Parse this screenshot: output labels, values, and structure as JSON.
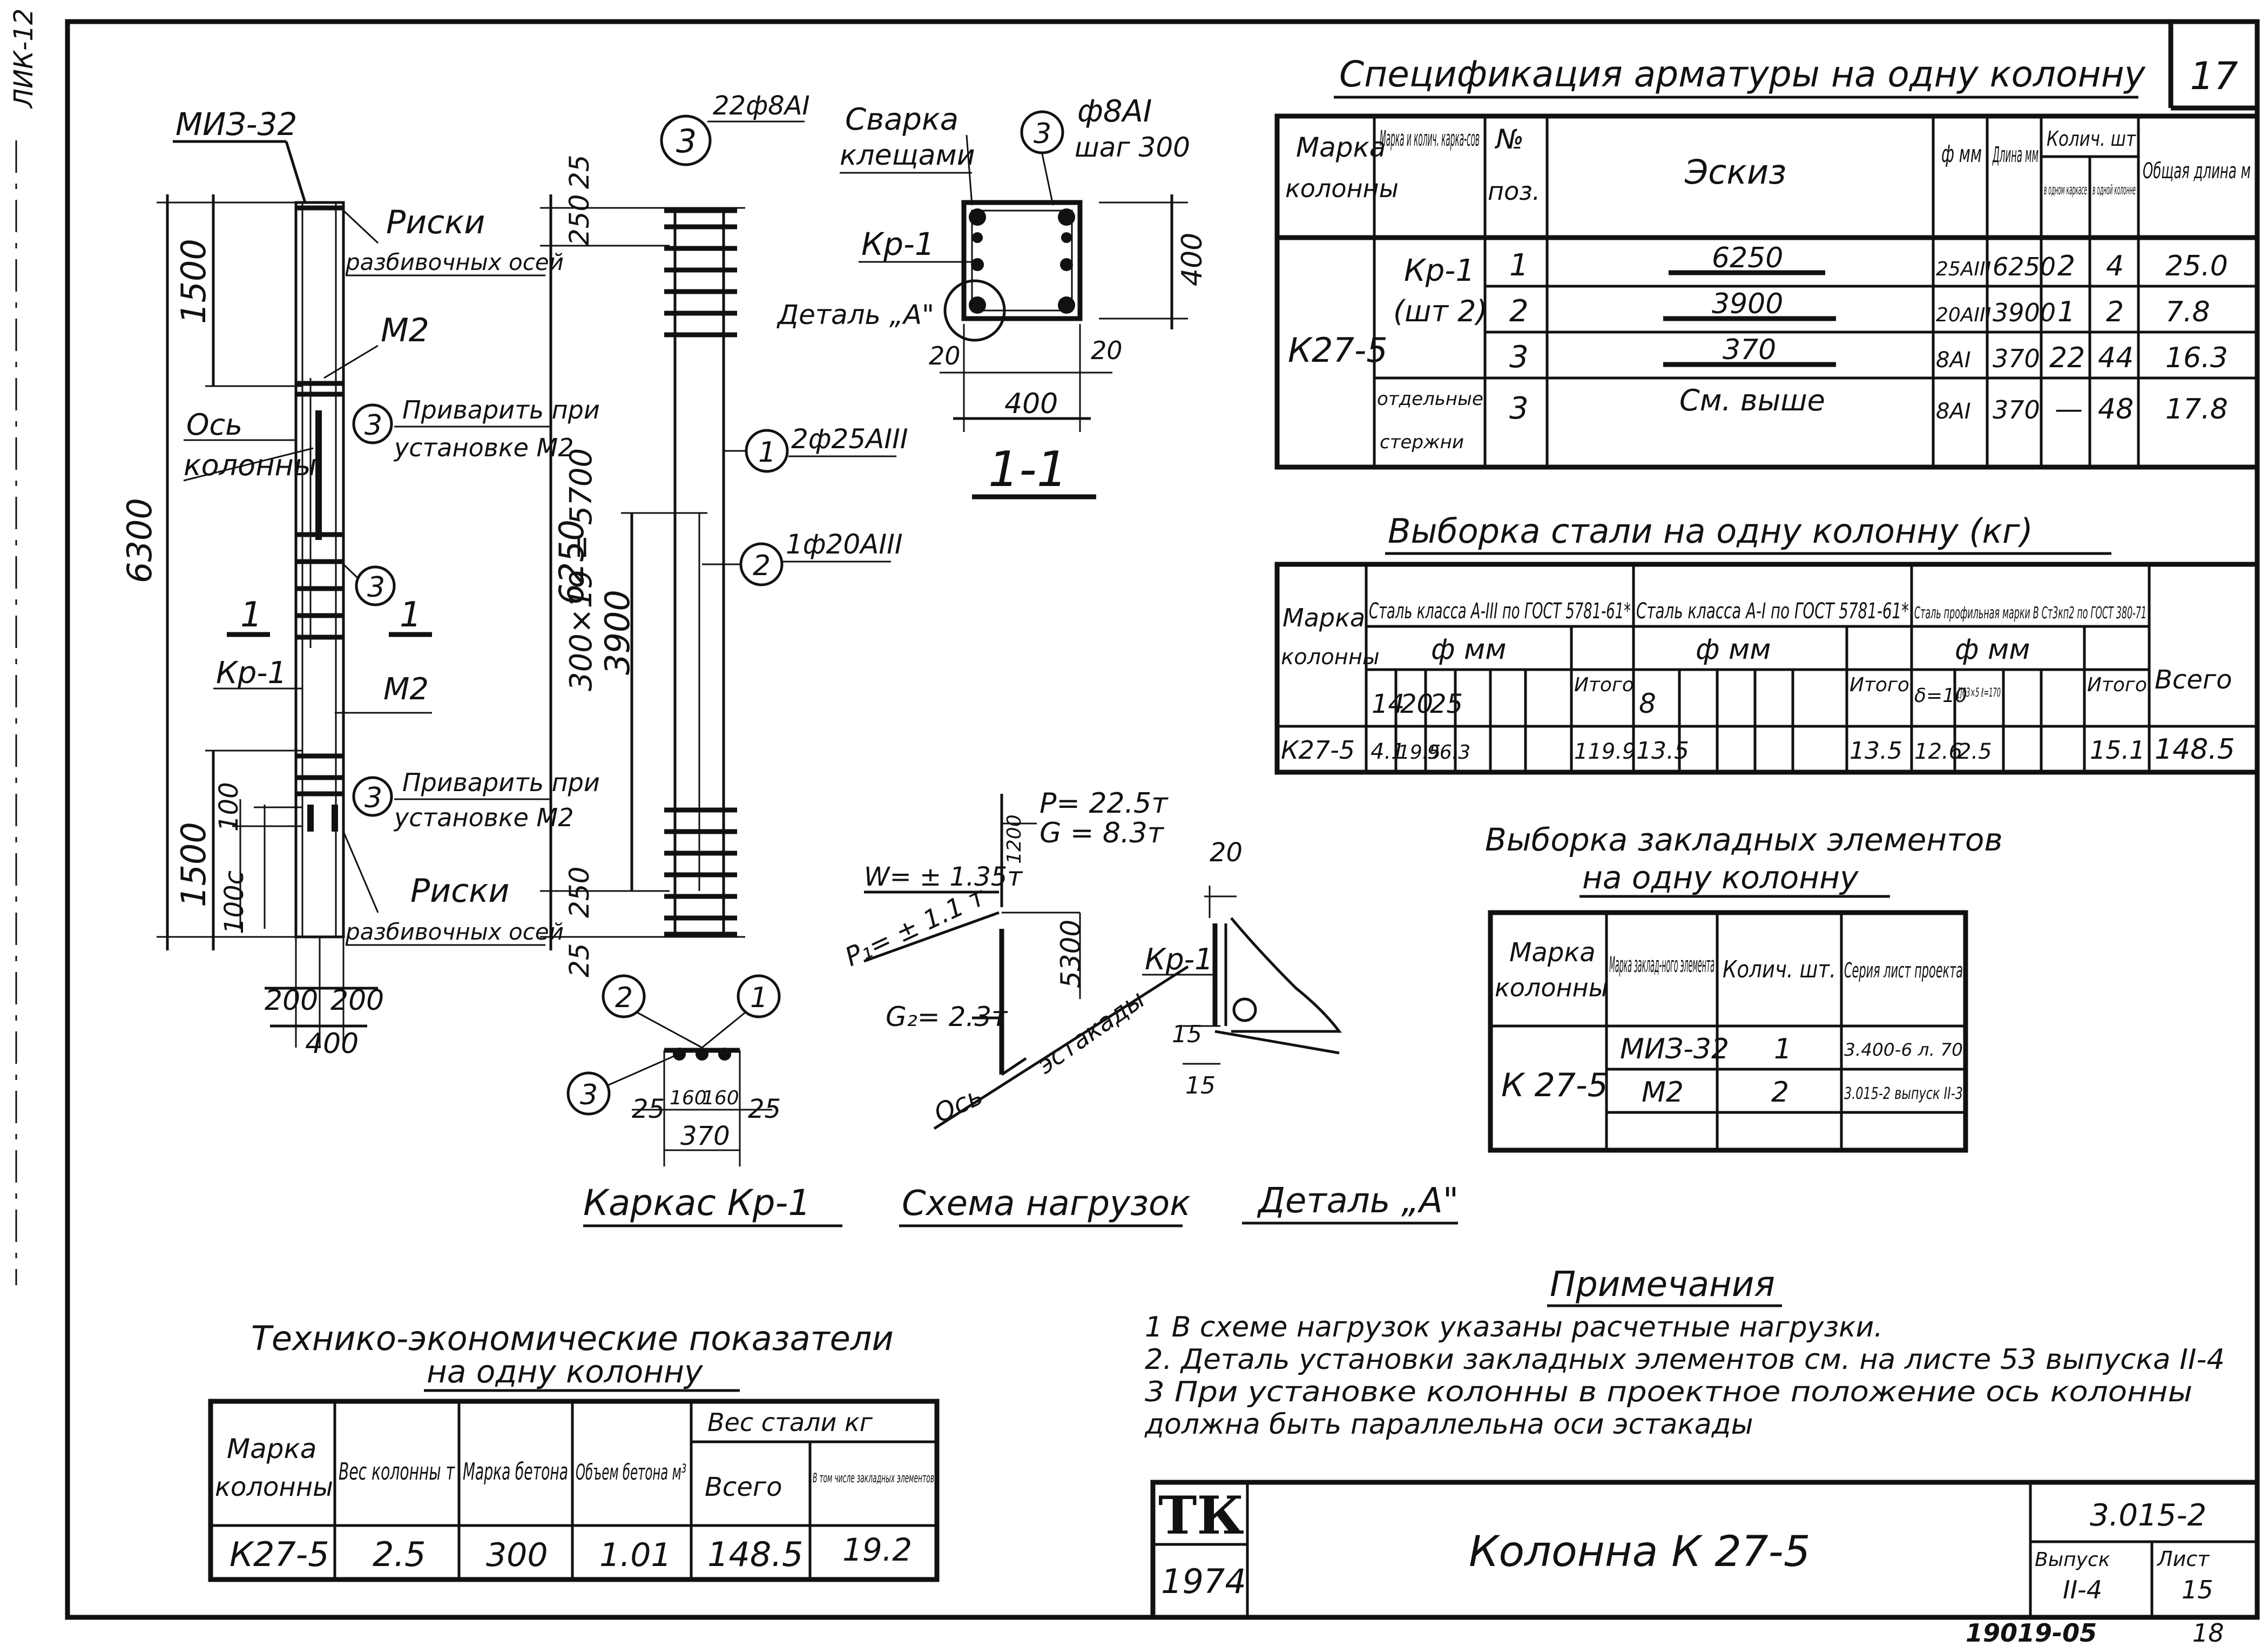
{
  "side_stamp": {
    "code": "ЛИК-12"
  },
  "sheet_no": "17",
  "frame": {
    "title": "Колонна К 27-5",
    "logo": "ТК",
    "year": "1974",
    "series": "3.015-2",
    "vypusk_label": "Выпуск",
    "vypusk": "II-4",
    "list_label": "Лист",
    "list": "15",
    "inv": "19019-05",
    "page": "18"
  },
  "left_view": {
    "miz": "МИЗ-32",
    "riski": "Риски",
    "riski_sub": "разбивочных осей",
    "m2": "М2",
    "os": "Ось",
    "kolonny": "колонны",
    "privarit": "Приварить при",
    "ustanovke": "установке М2",
    "sec": "1",
    "kp1": "Кр-1",
    "d6300": "6300",
    "d1500": "1500",
    "d100": "100",
    "d100c": "100с",
    "d200a": "200",
    "d200b": "200",
    "d400": "400",
    "pos3": "3"
  },
  "karkas": {
    "title": "Каркас Кр-1",
    "bar3": "22ф8АI",
    "bar1": "2ф25АIII",
    "bar2": "1ф20АIII",
    "d25": "25",
    "d250": "250",
    "d6250": "6250",
    "d300": "300×19 = 5700",
    "d3900": "3900",
    "d160": "160",
    "d370": "370",
    "p1": "1",
    "p2": "2",
    "p3": "3"
  },
  "section": {
    "title": "1-1",
    "svarka": "Сварка",
    "kleschami": "клещами",
    "bar": "ф8АI",
    "shag": "шаг 300",
    "kp1": "Кр-1",
    "detal": "Деталь „А\"",
    "d400": "400",
    "d400b": "400",
    "d20": "20",
    "d20b": "20",
    "p3": "3"
  },
  "loads": {
    "title": "Схема нагрузок",
    "P": "P= 22.5т",
    "G": "G = 8.3т",
    "W": "W= ± 1.35т",
    "P1": "P₁= ± 1.1 т",
    "G2": "G₂= 2.3т",
    "estakada": "эстакады",
    "os": "Ось",
    "d1200": "1200",
    "d5300": "5300"
  },
  "detail": {
    "title": "Деталь „А\"",
    "kp1": "Кр-1",
    "d20": "20",
    "d15": "15",
    "d15b": "15"
  },
  "spec": {
    "title": "Спецификация арматуры на одну колонну",
    "headers": {
      "marka": "Марка колонны",
      "marka_karkas": "Марка и колич. карка-сов",
      "pos": "№ поз.",
      "eskiz": "Эскиз",
      "phi": "ф мм",
      "dlina": "Длина мм",
      "kol": "Колич. шт",
      "v_karkase": "в одном каркасе",
      "v_kolonne": "в одной колонне",
      "obsh": "Общая длина м"
    },
    "col": "К27-5",
    "karkas": "Кр-1",
    "karkas_n": "(шт 2)",
    "otd": "отдельные",
    "otd2": "стержни",
    "rows": [
      {
        "pos": "1",
        "eskiz": "6250",
        "phi": "25АIII",
        "len": "6250",
        "k1": "2",
        "k2": "4",
        "tot": "25.0"
      },
      {
        "pos": "2",
        "eskiz": "3900",
        "phi": "20АIII",
        "len": "3900",
        "k1": "1",
        "k2": "2",
        "tot": "7.8"
      },
      {
        "pos": "3",
        "eskiz": "370",
        "phi": "8АI",
        "len": "370",
        "k1": "22",
        "k2": "44",
        "tot": "16.3"
      },
      {
        "pos": "3",
        "eskiz": "См. выше",
        "phi": "8АI",
        "len": "370",
        "k1": "—",
        "k2": "48",
        "tot": "17.8"
      }
    ]
  },
  "steel": {
    "title": "Выборка стали на одну колонну (кг)",
    "marka": "Марка колонны",
    "g1": "Сталь класса А-III по ГОСТ 5781-61*",
    "g2": "Сталь класса А-I по ГОСТ 5781-61*",
    "g3": "Сталь профильная марки В Ст3кп2 по ГОСТ 380-71",
    "phi": "ф мм",
    "itogo": "Итого",
    "vsego": "Всего",
    "d1": [
      "14",
      "20",
      "25"
    ],
    "d2": [
      "8"
    ],
    "d3": [
      "δ=10",
      "[]63×5 ℓ=170"
    ],
    "row": {
      "marka": "К27-5",
      "v14": "4.1",
      "v20": "19.5",
      "v25": "96.3",
      "it1": "119.9",
      "v8": "13.5",
      "it2": "13.5",
      "v10": "12.6",
      "vug": "2.5",
      "it3": "15.1",
      "total": "148.5"
    }
  },
  "embedded": {
    "title": "Выборка закладных элементов",
    "title2": "на одну колонну",
    "h_marka": "Марка колонны",
    "h_el": "Марка заклад-ного элемента",
    "h_kol": "Колич. шт.",
    "h_ser": "Серия лист проекта",
    "col": "К 27-5",
    "rows": [
      {
        "el": "МИЗ-32",
        "n": "1",
        "ser": "3.400-6 л. 70"
      },
      {
        "el": "М2",
        "n": "2",
        "ser": "3.015-2 выпуск II-3"
      }
    ]
  },
  "notes": {
    "title": "Примечания",
    "items": [
      "1  В схеме нагрузок указаны расчетные нагрузки.",
      "2. Деталь установки закладных элементов см. на листе 53 выпуска II-4",
      "3  При установке колонны в проектное положение ось колонны",
      "    должна быть параллельна оси эстакады"
    ]
  },
  "tep": {
    "title": "Технико-экономические показатели",
    "title2": "на одну колонну",
    "h_marka": "Марка колонны",
    "h_ves": "Вес колонны т",
    "h_beton": "Марка бетона",
    "h_obem": "Объем бетона м³",
    "h_stal": "Вес стали кг",
    "h_vsego": "Всего",
    "h_zakl": "В том числе закладных элементов",
    "row": {
      "marka": "К27-5",
      "ves": "2.5",
      "beton": "300",
      "obem": "1.01",
      "vsego": "148.5",
      "zakl": "19.2"
    }
  }
}
